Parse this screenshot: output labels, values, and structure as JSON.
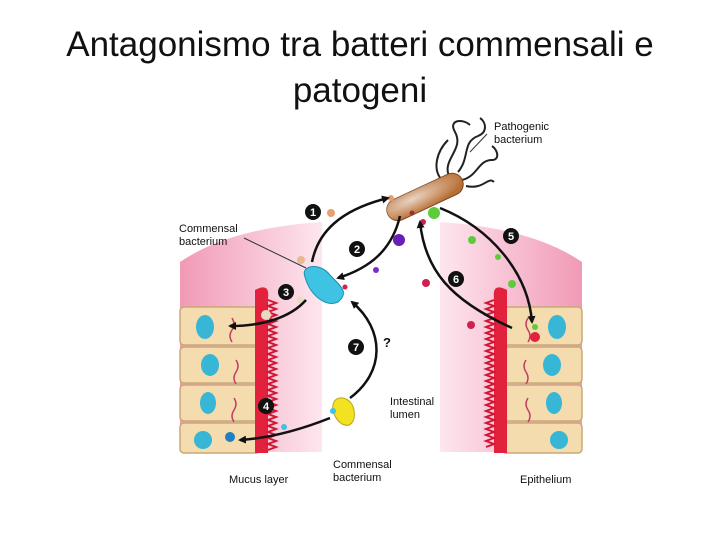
{
  "title": {
    "line1": "Antagonismo tra batteri commensali e",
    "line2": "patogeni"
  },
  "labels": {
    "pathogenic_1": "Pathogenic",
    "pathogenic_2": "bacterium",
    "commensal_top_1": "Commensal",
    "commensal_top_2": "bacterium",
    "lumen_1": "Intestinal",
    "lumen_2": "lumen",
    "mucus": "Mucus layer",
    "commensal_bottom_1": "Commensal",
    "commensal_bottom_2": "bacterium",
    "epithelium": "Epithelium",
    "question": "?"
  },
  "steps": [
    "1",
    "2",
    "3",
    "4",
    "5",
    "6",
    "7"
  ],
  "colors": {
    "mucus_pink": "#f4a8c0",
    "epithelium_red": "#e2223d",
    "cell_tan": "#f4dcae",
    "nucleus_cyan": "#37b6d6",
    "pathogen_brown": "#b86f34",
    "commensal_cyan": "#3fc3e2",
    "commensal_yellow": "#f2e222",
    "arrow_black": "#111111"
  }
}
